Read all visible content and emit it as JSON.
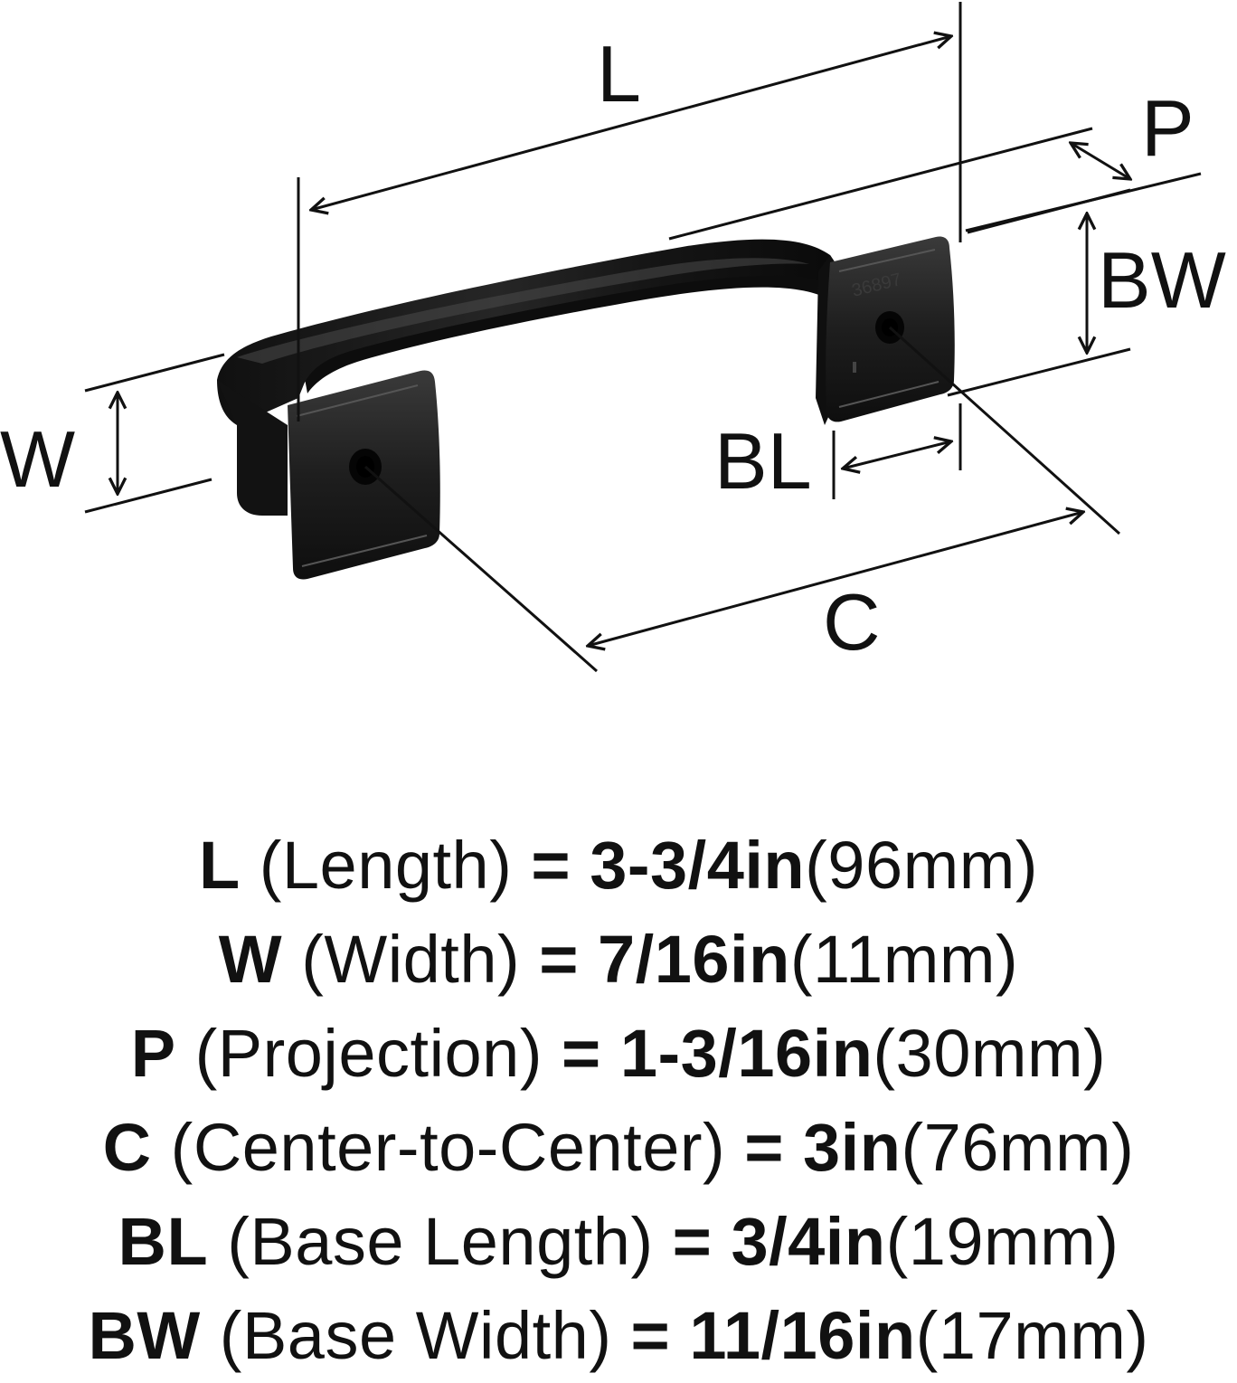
{
  "diagram": {
    "part_number": "36897",
    "labels": {
      "L": "L",
      "P": "P",
      "BW": "BW",
      "W": "W",
      "BL": "BL",
      "C": "C"
    }
  },
  "colors": {
    "hardware": "#151515",
    "line": "#111111",
    "background": "#ffffff"
  },
  "specs": [
    {
      "code": "L",
      "name": "(Length)",
      "eq": "=",
      "imperial": "3-3/4in",
      "metric": "(96mm)"
    },
    {
      "code": "W",
      "name": "(Width)",
      "eq": "=",
      "imperial": "7/16in",
      "metric": "(11mm)"
    },
    {
      "code": "P",
      "name": "(Projection)",
      "eq": "=",
      "imperial": "1-3/16in",
      "metric": "(30mm)"
    },
    {
      "code": "C",
      "name": "(Center-to-Center)",
      "eq": "=",
      "imperial": "3in",
      "metric": "(76mm)"
    },
    {
      "code": "BL",
      "name": "(Base Length)",
      "eq": "=",
      "imperial": "3/4in",
      "metric": "(19mm)"
    },
    {
      "code": "BW",
      "name": "(Base Width)",
      "eq": "=",
      "imperial": "11/16in",
      "metric": "(17mm)"
    }
  ]
}
